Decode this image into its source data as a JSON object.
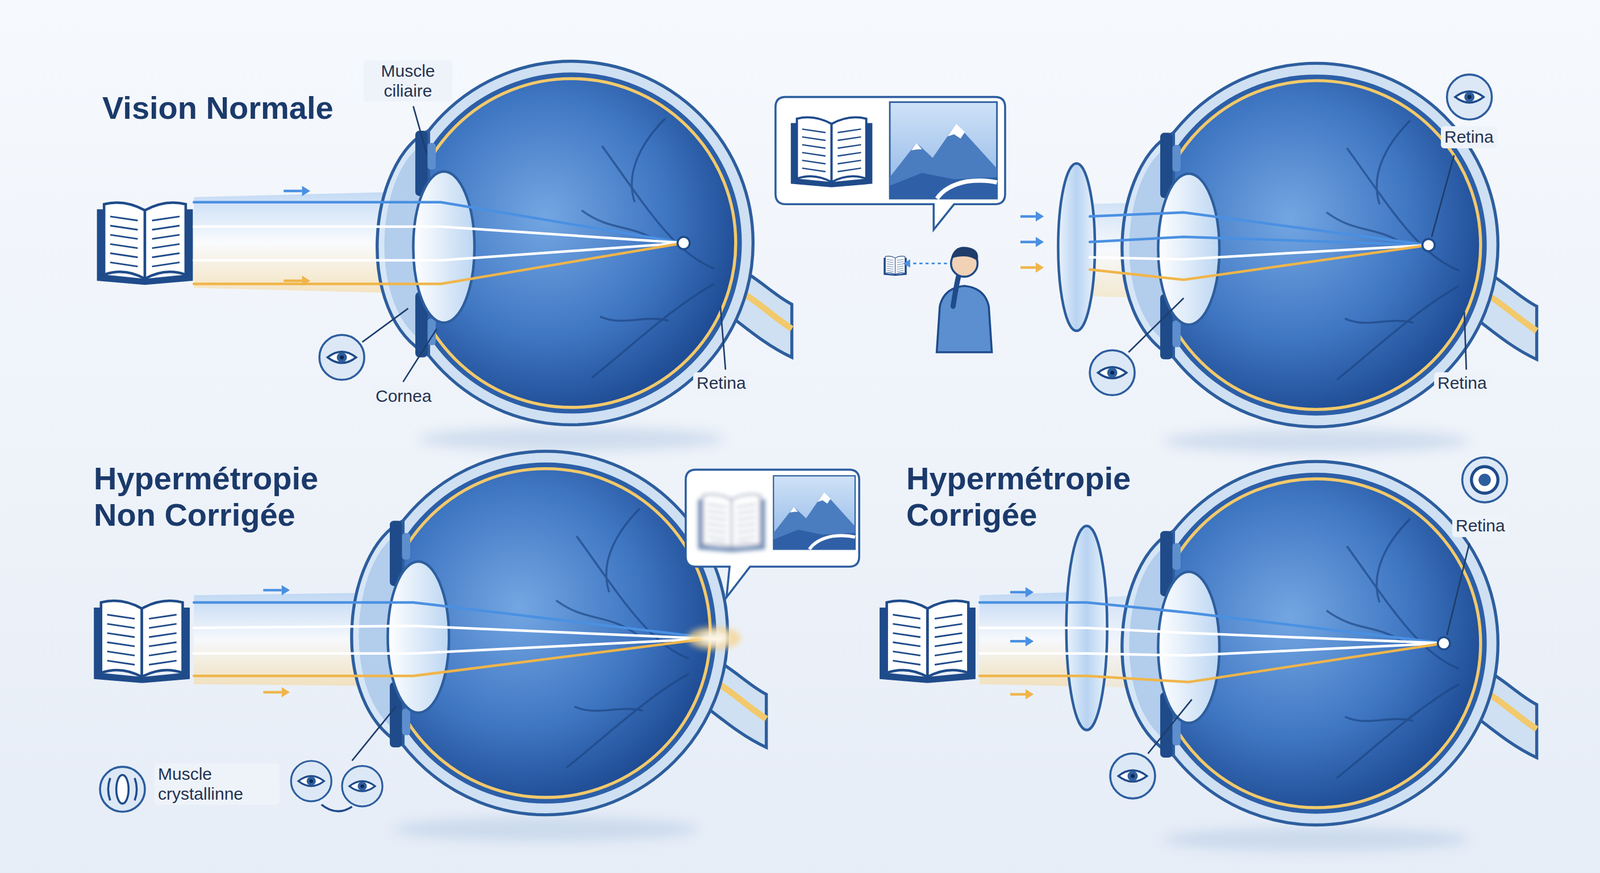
{
  "diagram": {
    "labels": [
      "Vision Normale",
      "Muscle ciliaire",
      "Cornea",
      "Retina",
      "Retina",
      "Retina",
      "Hypermétropie Non Corrigée",
      "Muscle crystallinne",
      "Hypermétropie Corrigée",
      "Retina"
    ]
  }
}
